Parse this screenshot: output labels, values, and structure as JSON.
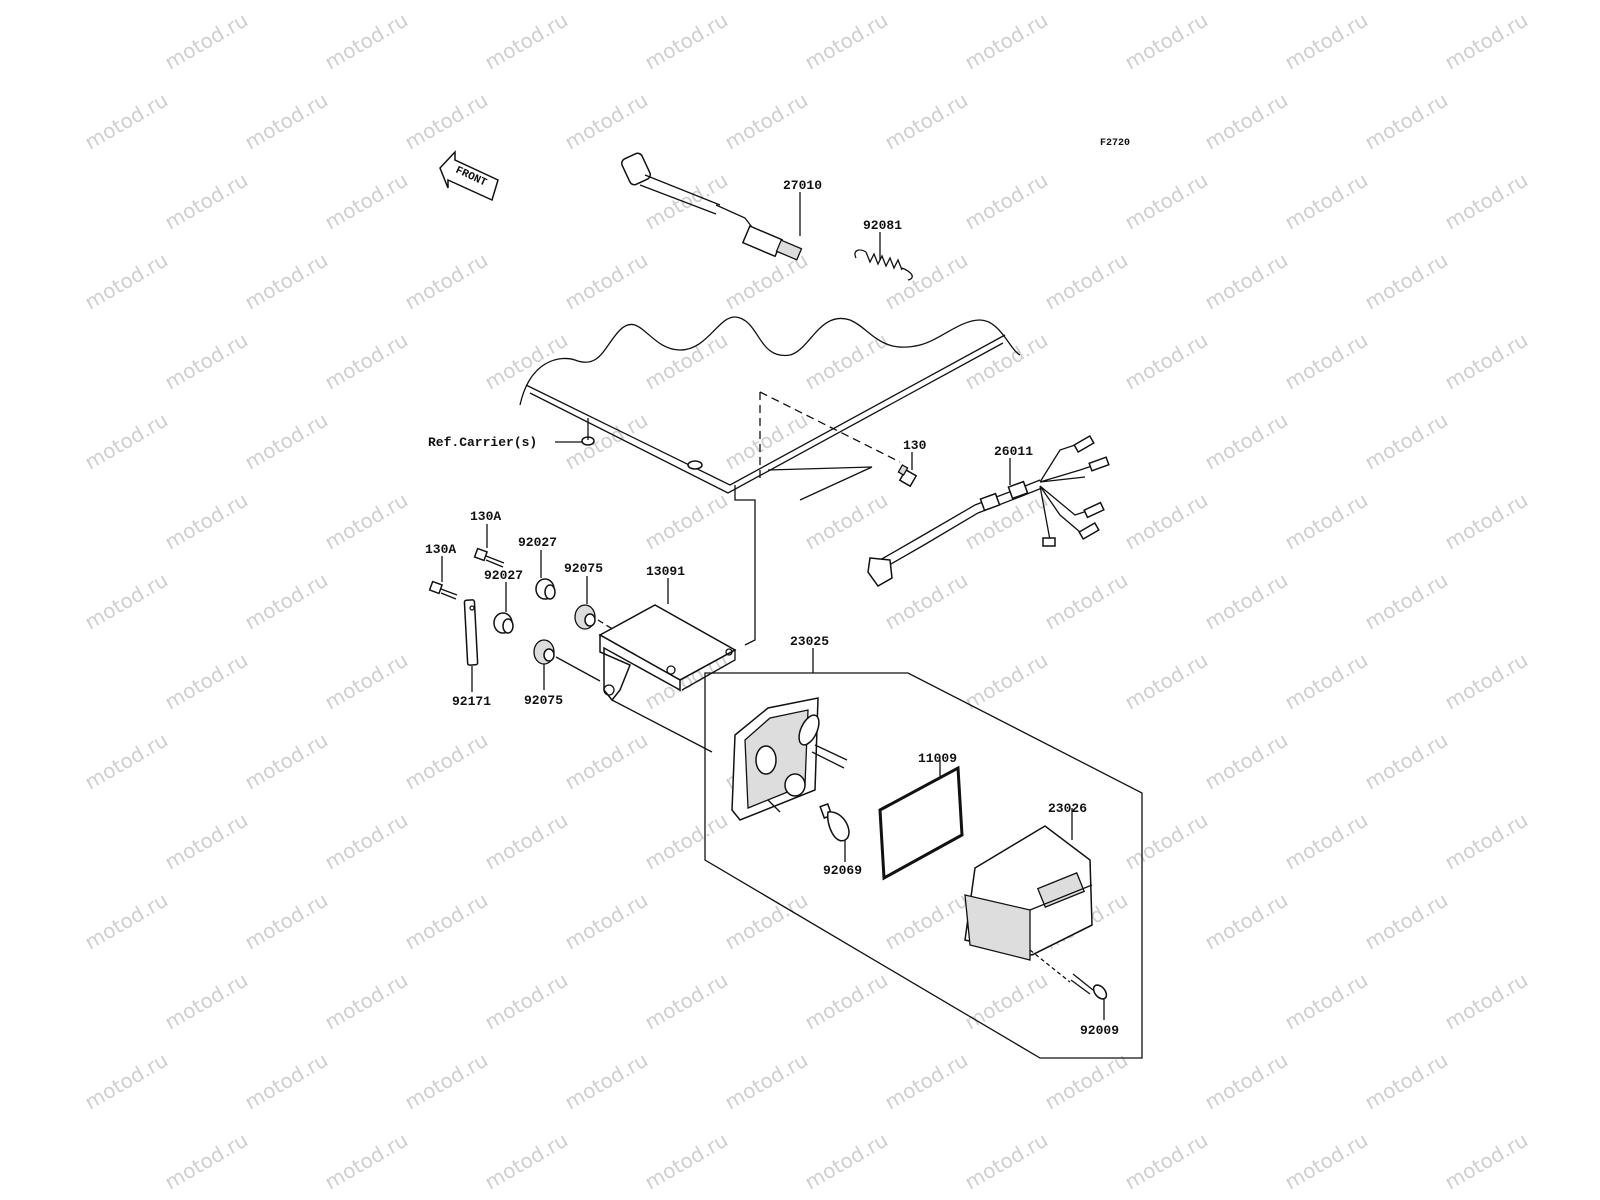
{
  "figure_id": "F2720",
  "front_arrow": "FRONT",
  "watermark": "motod.ru",
  "ref_note": "Ref.Carrier(s)",
  "parts": {
    "p27010": "27010",
    "p92081": "92081",
    "p130": "130",
    "p26011": "26011",
    "p130A_1": "130A",
    "p130A_2": "130A",
    "p92027_1": "92027",
    "p92027_2": "92027",
    "p92075_1": "92075",
    "p92075_2": "92075",
    "p13091": "13091",
    "p92171": "92171",
    "p23025": "23025",
    "p11009": "11009",
    "p23026": "23026",
    "p92069": "92069",
    "p92009": "92009"
  }
}
